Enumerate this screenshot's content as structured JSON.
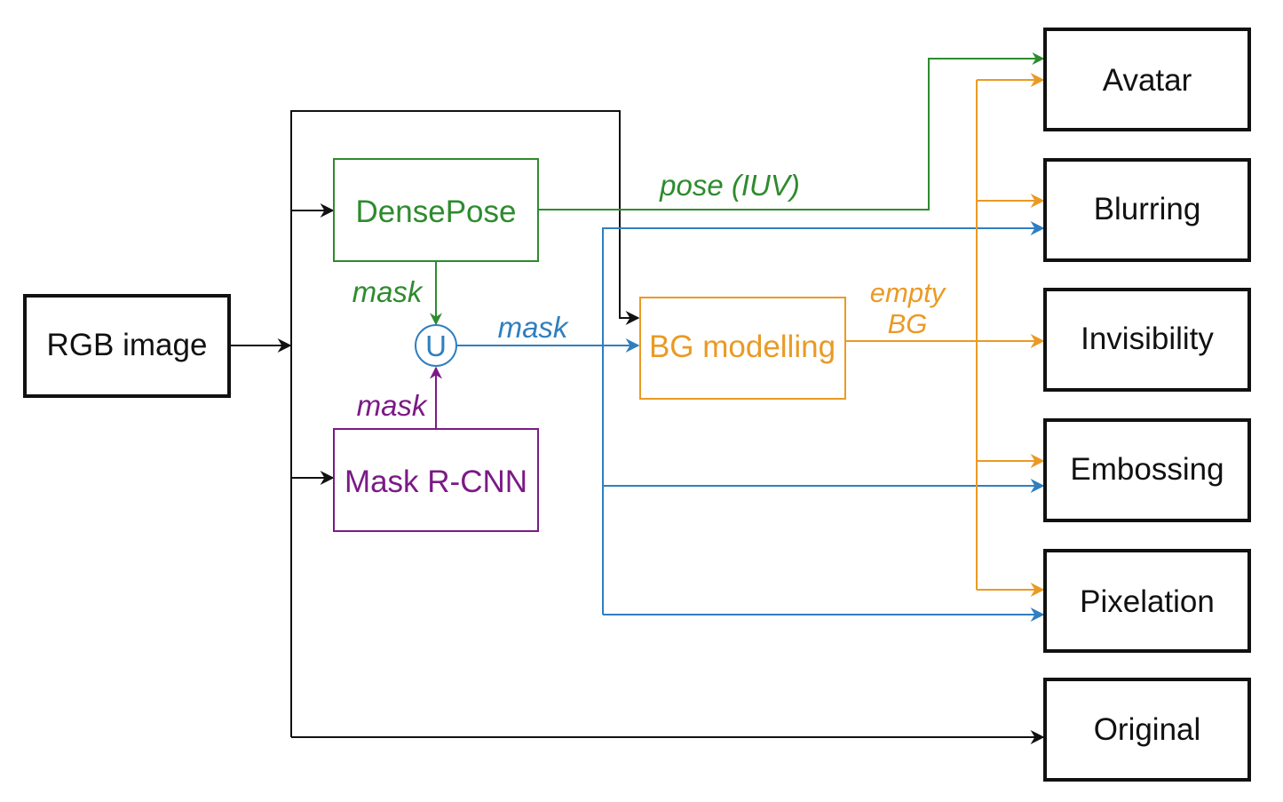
{
  "colors": {
    "black": "#111111",
    "green": "#2e8b2e",
    "purple": "#7b1a86",
    "blue": "#2f7fc0",
    "orange": "#ea9a24"
  },
  "nodes": {
    "rgb_image": "RGB image",
    "densepose": "DensePose",
    "mask_rcnn": "Mask R-CNN",
    "union": "U",
    "bg_modelling": "BG modelling"
  },
  "outputs": {
    "avatar": "Avatar",
    "blurring": "Blurring",
    "invisibility": "Invisibility",
    "embossing": "Embossing",
    "pixelation": "Pixelation",
    "original": "Original"
  },
  "edge_labels": {
    "pose_iuv": "pose (IUV)",
    "mask_densepose": "mask",
    "mask_rcnn": "mask",
    "mask_union": "mask",
    "empty": "empty",
    "bg": "BG"
  }
}
